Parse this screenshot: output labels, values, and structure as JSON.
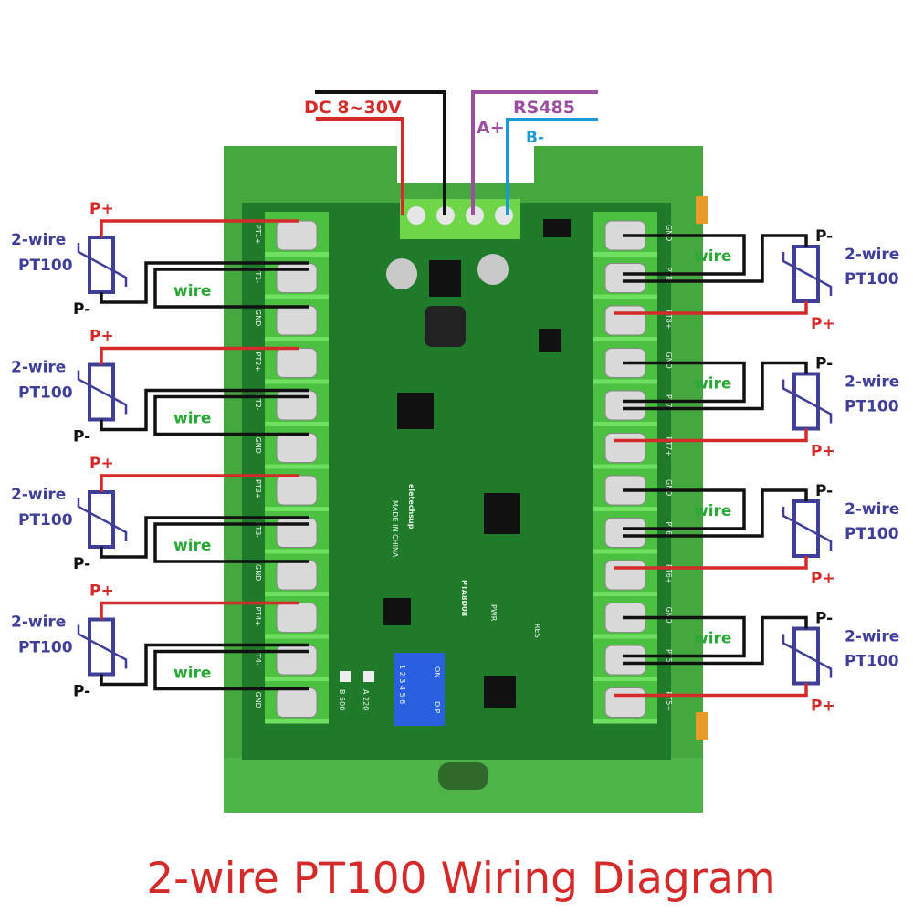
{
  "title": "2-wire PT100 Wiring Diagram",
  "power": {
    "label": "DC 8~30V",
    "color": "#d42a2a"
  },
  "rs485": {
    "label": "RS485",
    "a_label": "A+",
    "b_label": "B-",
    "a_color": "#9b4fa0",
    "b_color": "#1c9ad6"
  },
  "board": {
    "brand": "eletechsup",
    "origin": "MADE IN CHINA",
    "model": "PTA8D08",
    "pwr_label": "PWR",
    "res_label": "RES",
    "dip_on": "ON",
    "dip_label": "DIP",
    "dip_numbers": "1 2 3 4 5 6",
    "option_a": "A  220",
    "option_b": "B  500",
    "left_terminals": [
      "PT1+",
      "PT1-",
      "GND",
      "PT2+",
      "PT2-",
      "GND",
      "PT3+",
      "PT3-",
      "GND",
      "PT4+",
      "PT4-",
      "GND"
    ],
    "right_terminals": [
      "GND",
      "PT8-",
      "PT8+",
      "GND",
      "PT7-",
      "PT7+",
      "GND",
      "PT6-",
      "PT6+",
      "GND",
      "PT5-",
      "PT5+"
    ]
  },
  "sensor": {
    "line1": "2-wire",
    "line2": "PT100",
    "plus": "P+",
    "minus": "P-",
    "jumper": "wire"
  },
  "colors": {
    "positive": "#d42a2a",
    "negative": "#111111",
    "sensor": "#3f3f9a",
    "jumper_text": "#2aa836",
    "enclosure": "#3fa83a",
    "pcb": "#1f7a2a",
    "dip": "#2a5fe0"
  }
}
